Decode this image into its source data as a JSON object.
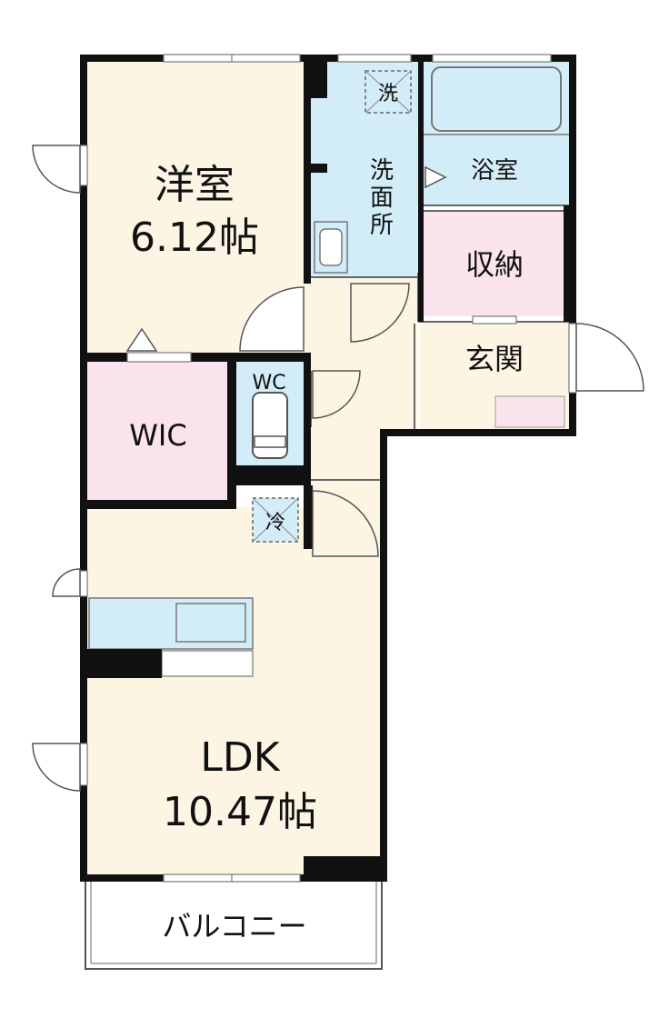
{
  "colors": {
    "cream": "#fdf5e4",
    "pink": "#fbe3ee",
    "blue": "#d3edf8",
    "wall": "#111111"
  },
  "rooms": {
    "western": {
      "name": "洋室",
      "size": "6.12帖"
    },
    "wic": {
      "name": "WIC"
    },
    "wc": {
      "name": "WC"
    },
    "washroom": {
      "name": "洗面所",
      "chars": [
        "洗",
        "面",
        "所"
      ]
    },
    "bath": {
      "name": "浴室"
    },
    "storage": {
      "name": "収納"
    },
    "entrance": {
      "name": "玄関"
    },
    "ldk": {
      "name": "LDK",
      "size": "10.47帖"
    },
    "balcony": {
      "name": "バルコニー"
    }
  },
  "symbols": {
    "washer": "洗",
    "fridge": "冷"
  }
}
